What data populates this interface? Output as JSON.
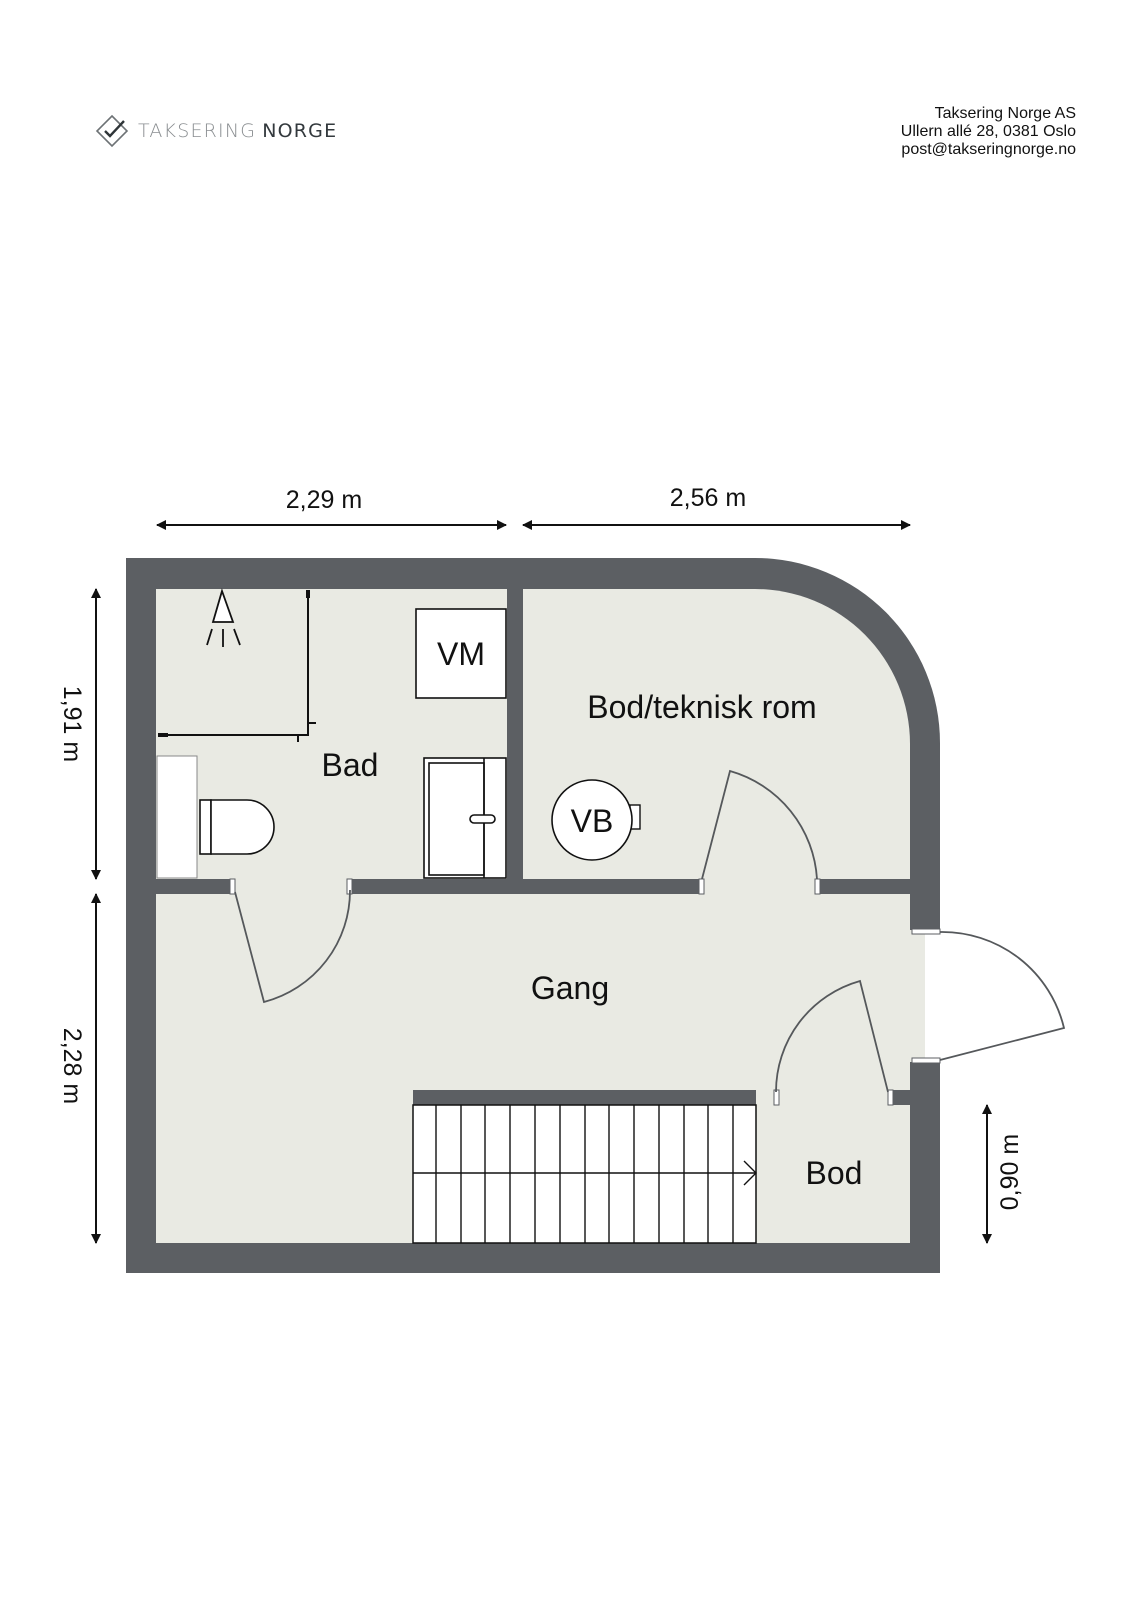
{
  "header": {
    "logo": {
      "word1": "TAKSERING",
      "word2": "NORGE",
      "icon": "check-diamond-icon"
    },
    "company": {
      "name": "Taksering Norge AS",
      "address": "Ullern allé 28, 0381 Oslo",
      "email": "post@takseringnorge.no"
    }
  },
  "floorplan": {
    "colors": {
      "wall": "#5c5f63",
      "floor": "#e9eae3",
      "fixture": "#ffffff",
      "line": "#111111"
    },
    "rooms": {
      "bad": "Bad",
      "bod_teknisk": "Bod/teknisk rom",
      "gang": "Gang",
      "bod": "Bod"
    },
    "fixtures": {
      "washing_machine": "VM",
      "water_heater": "VB",
      "shower": "shower-icon",
      "toilet": "toilet-icon",
      "sink": "sink-icon",
      "stairs": "stairs-icon"
    },
    "dimensions": {
      "top_left": "2,29 m",
      "top_right": "2,56 m",
      "left_upper": "1,91 m",
      "left_lower": "2,28 m",
      "right_lower": "0,90 m"
    }
  }
}
